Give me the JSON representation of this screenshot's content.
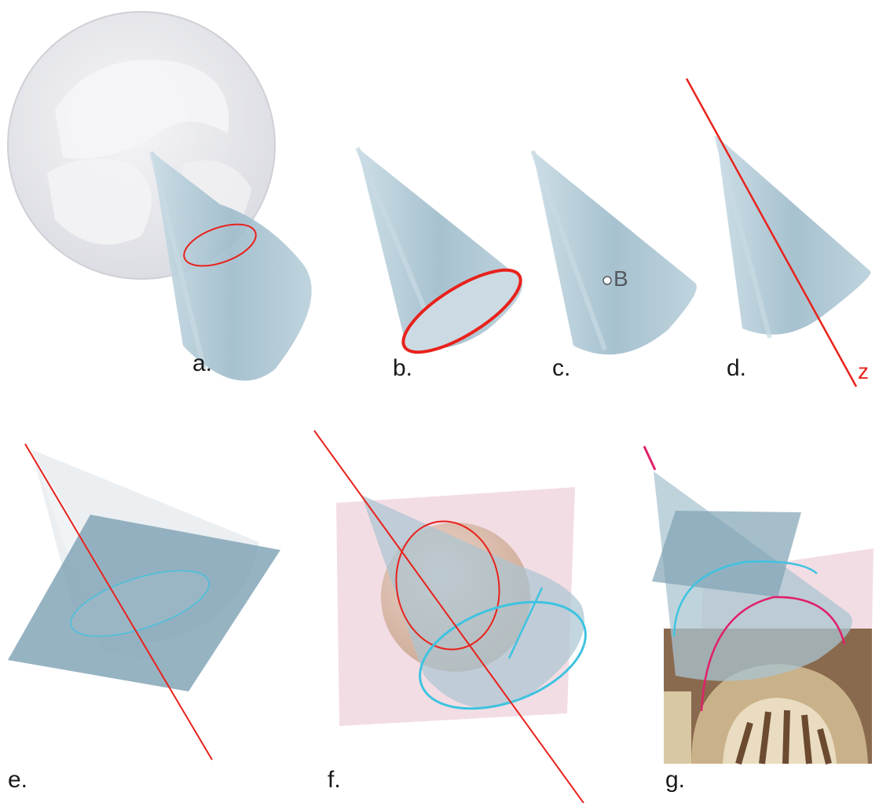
{
  "panels": {
    "a": {
      "label": "a."
    },
    "b": {
      "label": "b."
    },
    "c": {
      "label": "c.",
      "point_label": "B"
    },
    "d": {
      "label": "d.",
      "axis_label": "z"
    },
    "e": {
      "label": "e."
    },
    "f": {
      "label": "f."
    },
    "g": {
      "label": "g."
    }
  },
  "colors": {
    "cone_fill": "#a9c4d2",
    "cone_edge": "#c7d9e2",
    "axis_red": "#e8221c",
    "curve_red": "#e8221c",
    "curve_cyan": "#3ec3e0",
    "sphere": "#e4e5ea",
    "plane_pink": "#f1d7df",
    "plane_blue": "#7fa2b4",
    "magenta": "#e0206a",
    "label_gray": "#555a60"
  }
}
